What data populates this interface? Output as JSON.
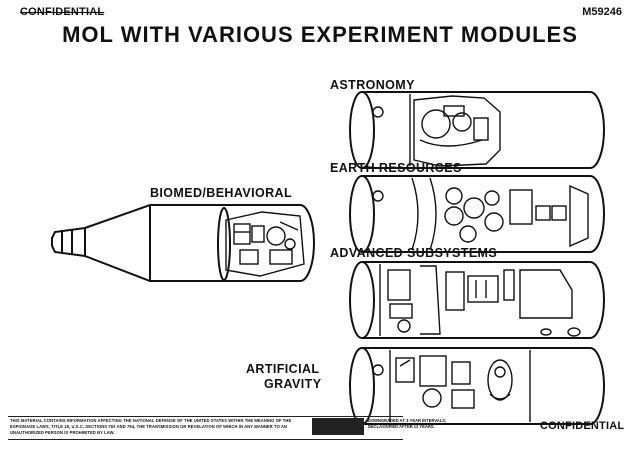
{
  "header": {
    "classification": "CONFIDENTIAL",
    "document_number": "M59246"
  },
  "title": "MOL WITH VARIOUS EXPERIMENT MODULES",
  "modules": {
    "astronomy": "ASTRONOMY",
    "earth_resources": "EARTH RESOURCES",
    "advanced_subsystems": "ADVANCED SUBSYSTEMS",
    "biomed_behavioral": "BIOMED/BEHAVIORAL",
    "artificial_gravity_line1": "ARTIFICIAL",
    "artificial_gravity_line2": "GRAVITY"
  },
  "footer": {
    "notice": "THIS MATERIAL CONTAINS INFORMATION AFFECTING THE NATIONAL DEFENSE OF THE UNITED STATES WITHIN THE MEANING OF THE ESPIONAGE LAWS, TITLE 18, U.S.C. SECTIONS 793 AND 794, THE TRANSMISSION OR REVELATION OF WHICH IN ANY MANNER TO AN UNAUTHORIZED PERSON IS PROHIBITED BY LAW.",
    "downgrade": "DOWNGRADED AT 3-YEAR INTERVALS; DECLASSIFIED AFTER 12 YEARS.",
    "classification": "CONFIDENTIAL"
  }
}
